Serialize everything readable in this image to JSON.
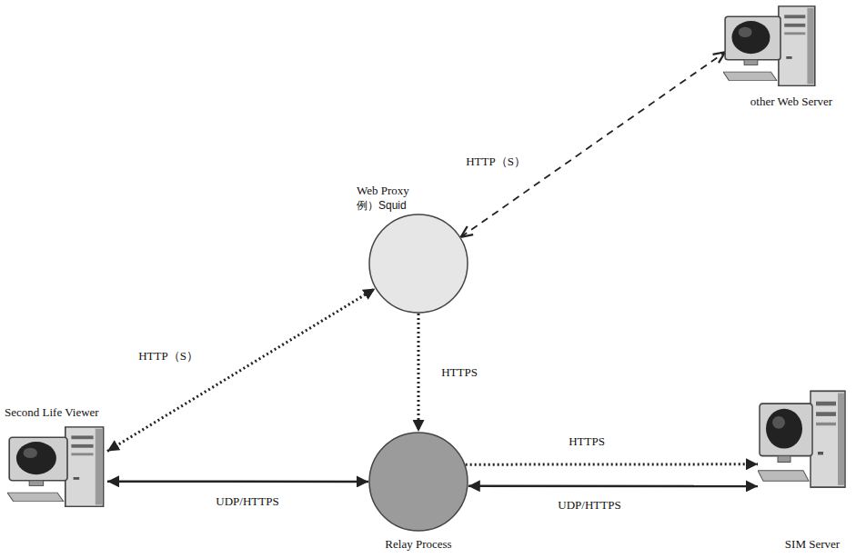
{
  "diagram": {
    "nodes": [
      {
        "text": [
          "other Web Server"
        ]
      },
      {
        "text": [
          "Web Proxy",
          "例）Squid"
        ]
      },
      {
        "text": [
          "Second Life Viewer"
        ]
      },
      {
        "text": [
          "Relay Process"
        ]
      },
      {
        "text": [
          "SIM Server"
        ]
      }
    ],
    "edges": [
      {
        "from": 1,
        "to": 0,
        "arrow": "both",
        "label": "HTTP（S）"
      },
      {
        "from": 2,
        "to": 1,
        "arrow": "both",
        "label": "HTTP（S）"
      },
      {
        "from": 1,
        "to": 3,
        "arrow": "to",
        "label": "HTTPS"
      },
      {
        "from": 2,
        "to": 3,
        "arrow": "both",
        "label": "UDP/HTTPS"
      },
      {
        "from": 3,
        "to": 4,
        "arrow": "to",
        "label": "HTTPS"
      },
      {
        "from": 3,
        "to": 4,
        "arrow": "both",
        "label": "UDP/HTTPS"
      }
    ]
  }
}
